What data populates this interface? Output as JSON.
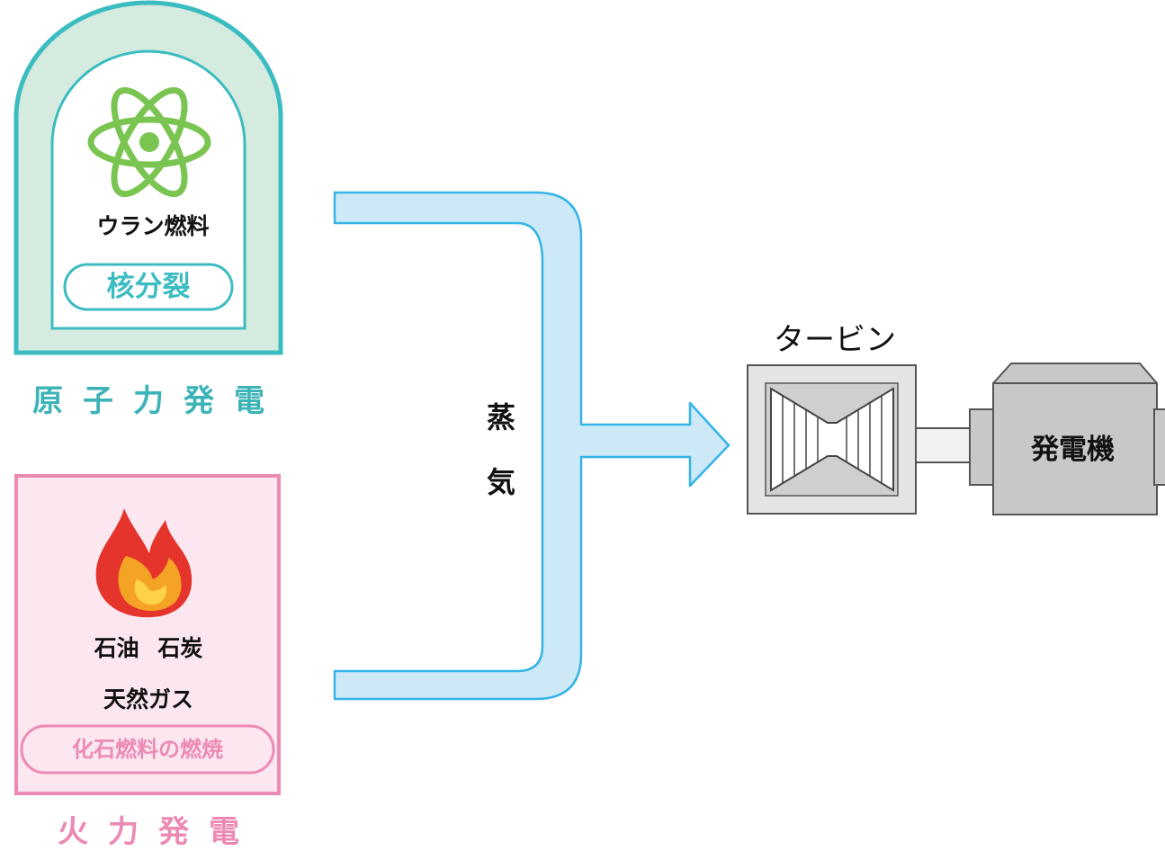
{
  "nuclear": {
    "fuel": "ウラン燃料",
    "process": "核分裂",
    "title": "原子力発電",
    "icon": "atom-icon",
    "color": "#3bbcc0",
    "fill": "#d5ebdf"
  },
  "thermal": {
    "fuel_line1": "石油 石炭",
    "fuel_line2": "天然ガス",
    "process": "化石燃料の燃焼",
    "title": "火力発電",
    "icon": "flame-icon",
    "color": "#ec8ab5",
    "fill": "#fce7f1"
  },
  "steam": {
    "label": "蒸\n気",
    "color": "#cde9f8",
    "stroke": "#34b3e8"
  },
  "turbine": {
    "label": "タービン",
    "icon": "turbine-icon"
  },
  "generator": {
    "label": "発電機"
  }
}
